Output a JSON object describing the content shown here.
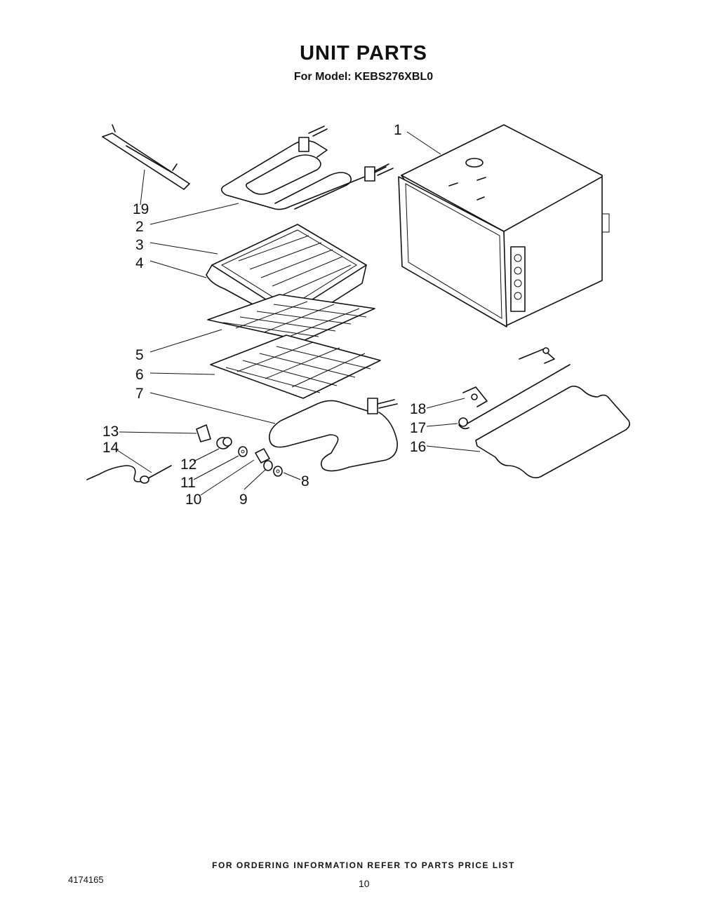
{
  "header": {
    "title": "UNIT PARTS",
    "model_line": "For Model: KEBS276XBL0"
  },
  "callouts": [
    "1",
    "2",
    "3",
    "4",
    "5",
    "6",
    "7",
    "8",
    "9",
    "10",
    "11",
    "12",
    "13",
    "14",
    "16",
    "17",
    "18",
    "19"
  ],
  "footer": {
    "ordering_note": "FOR ORDERING INFORMATION REFER TO PARTS PRICE LIST",
    "document_number": "4174165",
    "page_number": "10"
  }
}
